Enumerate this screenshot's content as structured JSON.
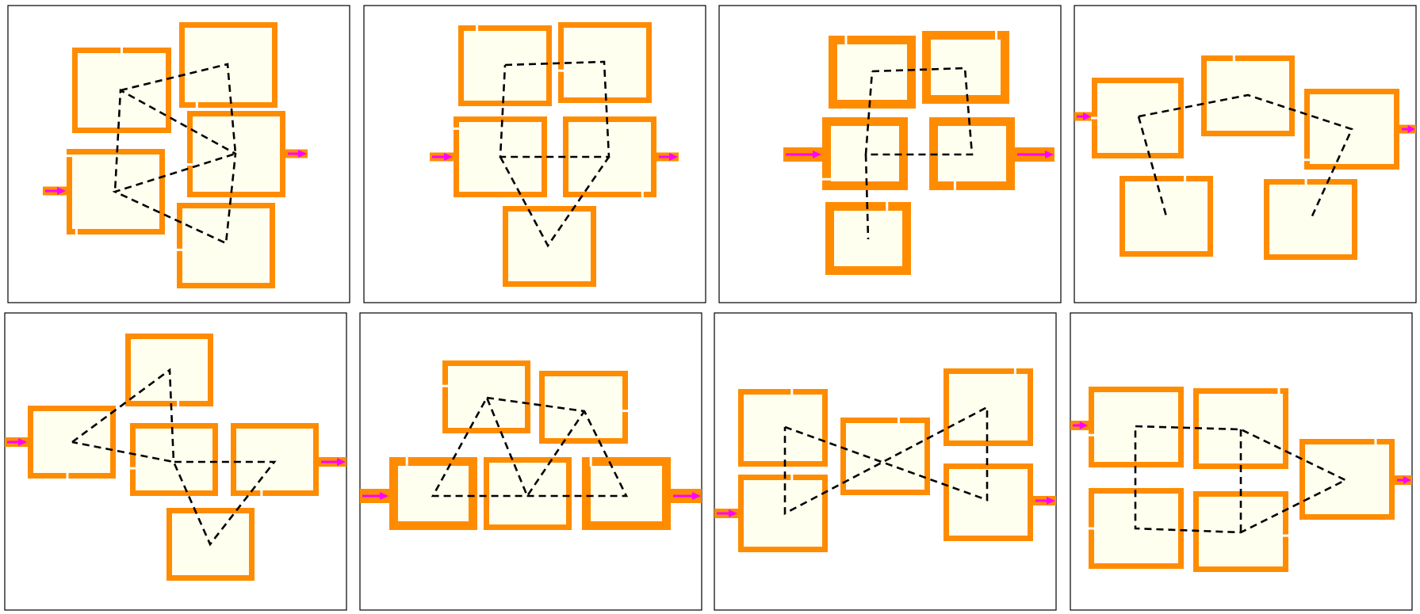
{
  "colors": {
    "wall": "#ff8c00",
    "room_fill": "#fffff0",
    "arrow": "#ff00ff",
    "path": "#000000",
    "frame": "#000000",
    "background": "#ffffff"
  },
  "icons": {
    "inlet": "magenta-right-arrow-icon",
    "outlet": "magenta-right-arrow-icon"
  },
  "panels": [
    {
      "id": "panel-1",
      "rooms": 5,
      "connections": 8
    },
    {
      "id": "panel-2",
      "rooms": 5,
      "connections": 6
    },
    {
      "id": "panel-3",
      "rooms": 5,
      "connections": 6
    },
    {
      "id": "panel-4",
      "rooms": 5,
      "connections": 4
    },
    {
      "id": "panel-5",
      "rooms": 5,
      "connections": 6
    },
    {
      "id": "panel-6",
      "rooms": 5,
      "connections": 7
    },
    {
      "id": "panel-7",
      "rooms": 5,
      "connections": 6
    },
    {
      "id": "panel-8",
      "rooms": 5,
      "connections": 6
    }
  ]
}
